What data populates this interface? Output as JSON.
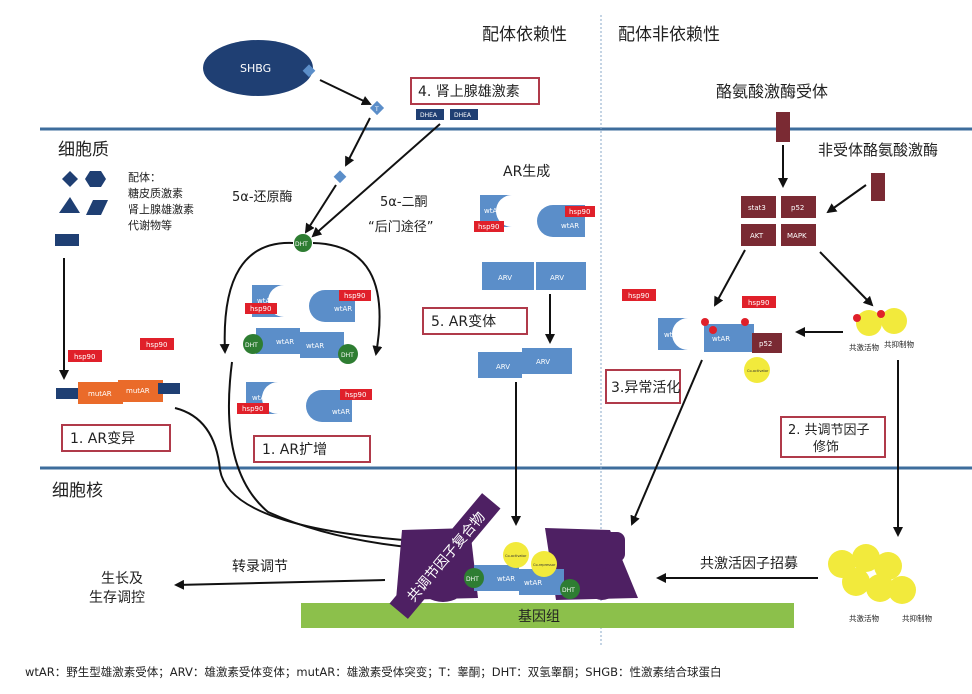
{
  "headers": {
    "ligand_dependent": "配体依赖性",
    "ligand_independent": "配体非依赖性"
  },
  "compartments": {
    "cytoplasm": "细胞质",
    "nucleus": "细胞核",
    "genome": "基因组"
  },
  "molecules": {
    "shbg": "SHBG",
    "t": "T",
    "dhea": "DHEA",
    "dht": "DHT",
    "hsp90": "hsp90",
    "hsp90_alt": "hsp90",
    "wtar": "wtAR",
    "arv": "ARV",
    "mutar": "mutAR",
    "stat3": "stat3",
    "p52": "p52",
    "akt": "AKT",
    "mapk": "MAPK",
    "coact": "Co-activator",
    "corep": "Co-repressor"
  },
  "ligands": {
    "title": "配体：",
    "line1": "糖皮质激素",
    "line2": "肾上腺雄激素",
    "line3": "代谢物等"
  },
  "labels": {
    "reductase": "5α-还原酶",
    "dione": "5α-二酮",
    "backdoor": "“后门途径”",
    "ar_synthesis": "AR生成",
    "tyrosine_kinase_receptor": "酪氨酸激酶受体",
    "nonreceptor_kinase": "非受体酪氨酸激酶",
    "coactivator": "共激活物",
    "corepressor": "共抑制物",
    "coactivator_recruit": "共激活因子招募",
    "coreg_complex": "共调节因子复合物",
    "transcription": "转录调节",
    "growth_line1": "生长及",
    "growth_line2": "生存调控"
  },
  "boxes": {
    "adrenal": "4. 肾上腺雄激素",
    "ar_variant": "5. AR变体",
    "ar_mutation": "1. AR变异",
    "ar_amplification": "1. AR扩增",
    "aberrant": "3.异常活化",
    "coreg_line1": "2. 共调节因子",
    "coreg_line2": "修饰"
  },
  "footnote": "wtAR：野生型雄激素受体；ARV：雄激素受体变体；mutAR：雄激素受体突变；T：睾酮；DHT：双氢睾酮；SHGB：性激素结合球蛋白",
  "colors": {
    "membrane": "#3e6d9c",
    "shbg": "#1f3f73",
    "receptor_blue": "#5b8ec9",
    "hsp_red": "#e0202a",
    "kinase_maroon": "#7a2a33",
    "complex_purple": "#4e2063",
    "genome_green": "#8cc04b",
    "yellow": "#f2ea3c",
    "box_border": "#b03a4a",
    "dht_green": "#2e7d32"
  }
}
